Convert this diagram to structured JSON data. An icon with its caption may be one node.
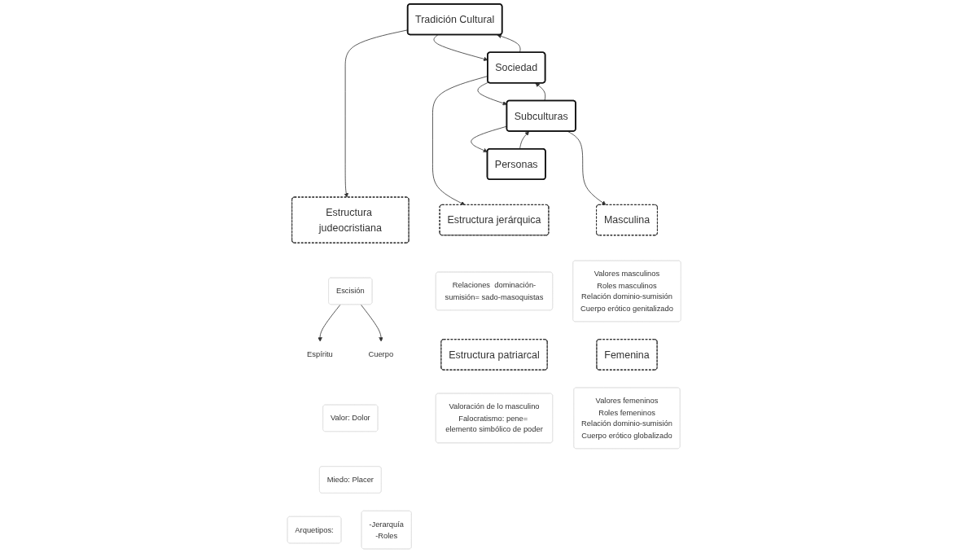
{
  "diagram": {
    "nodes": [
      {
        "text": [
          "Tradición Cultural"
        ]
      },
      {
        "text": [
          "Sociedad"
        ]
      },
      {
        "text": [
          "Subculturas"
        ]
      },
      {
        "text": [
          "Personas"
        ]
      },
      {
        "text": [
          "Estructura judeocristiana"
        ]
      },
      {
        "text": [
          "Escisión"
        ]
      },
      {
        "text": [
          "Espíritu"
        ]
      },
      {
        "text": [
          "Cuerpo"
        ]
      },
      {
        "text": [
          "Valor: Dolor"
        ]
      },
      {
        "text": [
          "Miedo: Placer"
        ]
      },
      {
        "text": [
          "Arquetipos:"
        ]
      },
      {
        "text": [
          "-Jerarquía",
          "-Roles"
        ]
      },
      {
        "text": [
          "Estructura jerárquica"
        ]
      },
      {
        "text": [
          "Relaciones  dominación-sumisión= sado-masoquistas"
        ]
      },
      {
        "text": [
          "Estructura patriarcal"
        ]
      },
      {
        "text": [
          "Valoración de lo masculino",
          "Falocratismo: pene= elemento simbólico de poder"
        ]
      },
      {
        "text": [
          "Masculina"
        ]
      },
      {
        "text": [
          "Valores masculinos",
          "Roles masculinos",
          "Relación dominio-sumisión",
          "Cuerpo erótico genitalizado"
        ]
      },
      {
        "text": [
          "Femenina"
        ]
      },
      {
        "text": [
          "Valores femeninos",
          "Roles femeninos",
          "Relación dominio-sumisión",
          "Cuerpo erótico globalizado"
        ]
      }
    ],
    "edges": [
      {
        "from": 0,
        "to": 1,
        "arrow": "to"
      },
      {
        "from": 1,
        "to": 0,
        "arrow": "to"
      },
      {
        "from": 1,
        "to": 2,
        "arrow": "to"
      },
      {
        "from": 2,
        "to": 1,
        "arrow": "to"
      },
      {
        "from": 2,
        "to": 3,
        "arrow": "to"
      },
      {
        "from": 3,
        "to": 2,
        "arrow": "to"
      },
      {
        "from": 0,
        "to": 4,
        "arrow": "to"
      },
      {
        "from": 1,
        "to": 12,
        "arrow": "to"
      },
      {
        "from": 2,
        "to": 16,
        "arrow": "to"
      },
      {
        "from": 5,
        "to": 6,
        "arrow": "to"
      },
      {
        "from": 5,
        "to": 7,
        "arrow": "to"
      }
    ]
  }
}
